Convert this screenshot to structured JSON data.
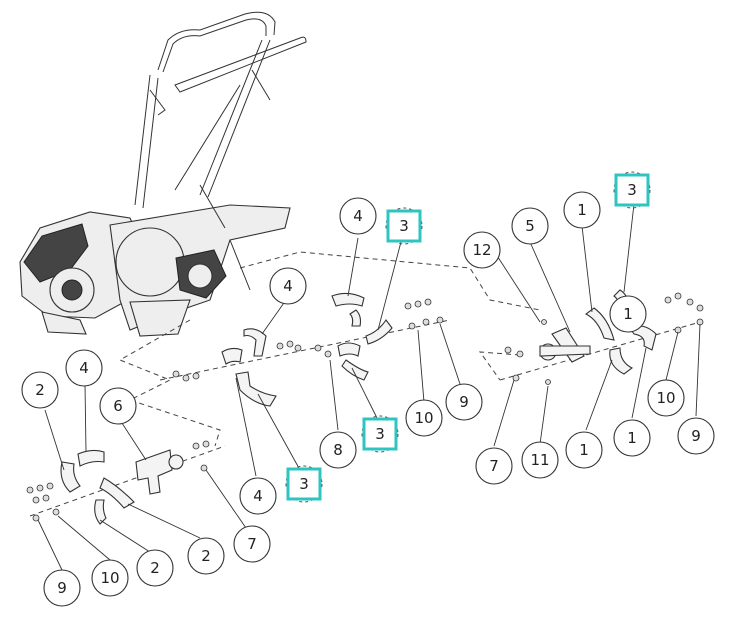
{
  "colors": {
    "highlight": "#2ec4c0",
    "line": "#333333",
    "background": "#ffffff"
  },
  "callouts": [
    {
      "label": "1"
    },
    {
      "label": "1"
    },
    {
      "label": "1"
    },
    {
      "label": "1"
    },
    {
      "label": "2"
    },
    {
      "label": "2"
    },
    {
      "label": "2"
    },
    {
      "label": "4"
    },
    {
      "label": "4"
    },
    {
      "label": "4"
    },
    {
      "label": "4"
    },
    {
      "label": "5"
    },
    {
      "label": "6"
    },
    {
      "label": "7"
    },
    {
      "label": "7"
    },
    {
      "label": "8"
    },
    {
      "label": "9"
    },
    {
      "label": "9"
    },
    {
      "label": "9"
    },
    {
      "label": "10"
    },
    {
      "label": "10"
    },
    {
      "label": "10"
    },
    {
      "label": "11"
    },
    {
      "label": "12"
    }
  ],
  "highlighted_callouts": [
    {
      "label": "3"
    },
    {
      "label": "3"
    },
    {
      "label": "3"
    },
    {
      "label": "3"
    }
  ]
}
